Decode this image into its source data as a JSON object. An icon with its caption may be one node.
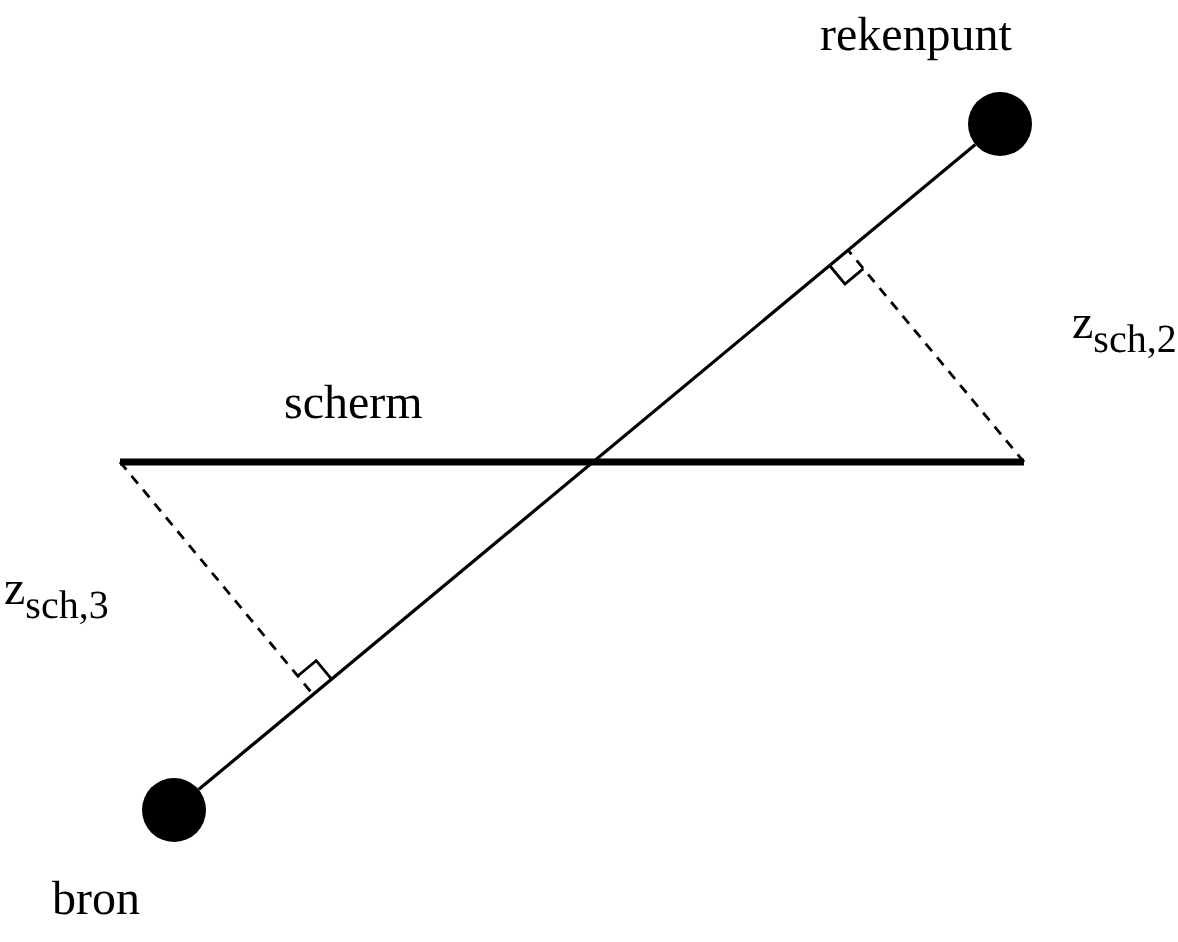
{
  "diagram": {
    "nodes": [
      {
        "text": [],
        "shape": "circle",
        "beside": [
          "rekenpunt"
        ]
      },
      {
        "text": [],
        "shape": "circle",
        "beside": [
          "bron"
        ]
      }
    ],
    "edges": [
      {
        "from": 0,
        "to": 1,
        "arrow": "none"
      }
    ],
    "labels": [
      "scherm",
      "z$_{sch,2}$",
      "z$_{sch,3}$"
    ]
  }
}
